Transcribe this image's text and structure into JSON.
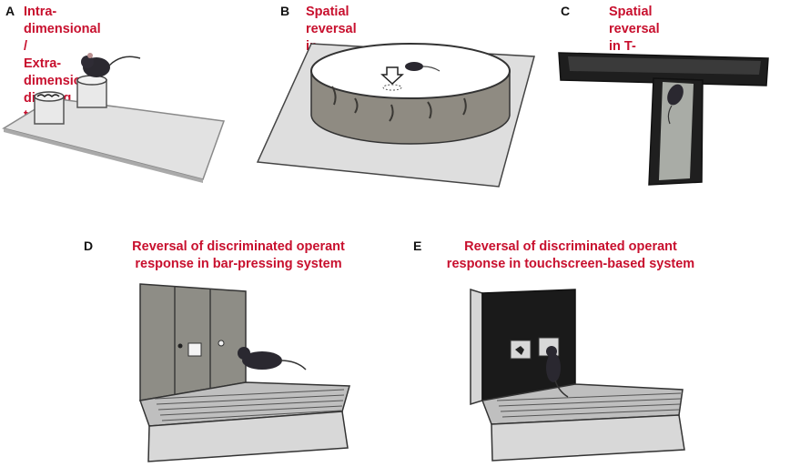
{
  "colors": {
    "title": "#c8102e",
    "letter": "#111111",
    "floor": "#dcdcdc",
    "wall": "#8c8a85",
    "maze": "#1c1c1c"
  },
  "panels": [
    {
      "letter": "A",
      "title_lines": [
        "Intra-dimensional /",
        "Extra-dimensional digging task"
      ]
    },
    {
      "letter": "B",
      "title_lines": [
        "Spatial reversal in Morris water maze"
      ]
    },
    {
      "letter": "C",
      "title_lines": [
        "Spatial reversal in T-maze"
      ]
    },
    {
      "letter": "D",
      "title_lines": [
        "Reversal of discriminated operant",
        "response in bar-pressing system"
      ]
    },
    {
      "letter": "E",
      "title_lines": [
        "Reversal of discriminated operant",
        "response in touchscreen-based system"
      ]
    }
  ]
}
